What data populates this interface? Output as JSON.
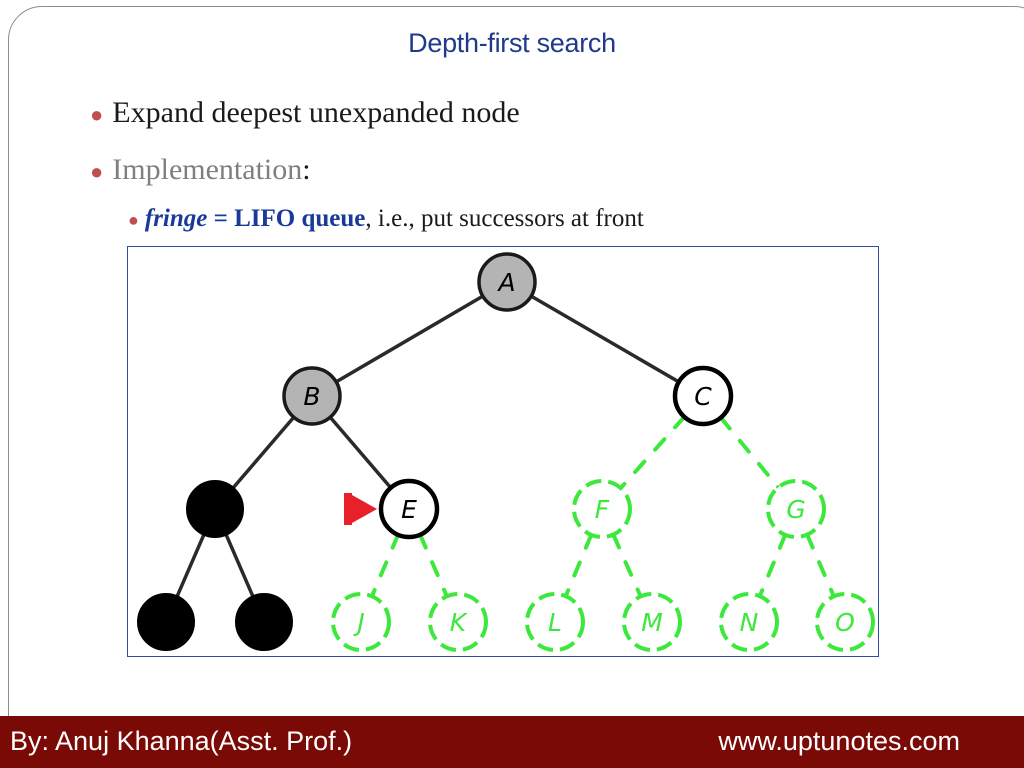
{
  "slide": {
    "title": "Depth-first search",
    "bullets": {
      "expand": "Expand deepest unexpanded node",
      "implementation": "Implementation",
      "implementation_colon": ":",
      "fringe_word": "fringe",
      "fringe_eq": " = LIFO queue",
      "fringe_rest": ", i.e., put successors at front"
    }
  },
  "footer": {
    "author": "By: Anuj Khanna(Asst. Prof.)",
    "website": "www.uptunotes.com"
  },
  "colors": {
    "title": "#1f3a8a",
    "bullet_dot": "#c0504d",
    "footer_bg": "#7a0a06",
    "visited_node": "#b4b4b4",
    "frontier_node": "#ffffff",
    "unexplored": "#3de83d",
    "expanded_leaf": "#000000",
    "current_marker": "#e8202a"
  },
  "tree": {
    "nodes": [
      {
        "id": "A",
        "label": "A",
        "state": "visited"
      },
      {
        "id": "B",
        "label": "B",
        "state": "visited"
      },
      {
        "id": "C",
        "label": "C",
        "state": "frontier"
      },
      {
        "id": "D",
        "label": "",
        "state": "removed"
      },
      {
        "id": "E",
        "label": "E",
        "state": "current"
      },
      {
        "id": "F",
        "label": "F",
        "state": "unexplored"
      },
      {
        "id": "G",
        "label": "G",
        "state": "unexplored"
      },
      {
        "id": "H",
        "label": "",
        "state": "removed"
      },
      {
        "id": "I",
        "label": "",
        "state": "removed"
      },
      {
        "id": "J",
        "label": "J",
        "state": "unexplored"
      },
      {
        "id": "K",
        "label": "K",
        "state": "unexplored"
      },
      {
        "id": "L",
        "label": "L",
        "state": "unexplored"
      },
      {
        "id": "M",
        "label": "M",
        "state": "unexplored"
      },
      {
        "id": "N",
        "label": "N",
        "state": "unexplored"
      },
      {
        "id": "O",
        "label": "O",
        "state": "unexplored"
      }
    ],
    "edges": [
      {
        "from": "A",
        "to": "B",
        "state": "explored"
      },
      {
        "from": "A",
        "to": "C",
        "state": "explored"
      },
      {
        "from": "B",
        "to": "D",
        "state": "explored"
      },
      {
        "from": "B",
        "to": "E",
        "state": "explored"
      },
      {
        "from": "D",
        "to": "H",
        "state": "explored"
      },
      {
        "from": "D",
        "to": "I",
        "state": "explored"
      },
      {
        "from": "C",
        "to": "F",
        "state": "unexplored"
      },
      {
        "from": "C",
        "to": "G",
        "state": "unexplored"
      },
      {
        "from": "E",
        "to": "J",
        "state": "unexplored"
      },
      {
        "from": "E",
        "to": "K",
        "state": "unexplored"
      },
      {
        "from": "F",
        "to": "L",
        "state": "unexplored"
      },
      {
        "from": "F",
        "to": "M",
        "state": "unexplored"
      },
      {
        "from": "G",
        "to": "N",
        "state": "unexplored"
      },
      {
        "from": "G",
        "to": "O",
        "state": "unexplored"
      }
    ],
    "current_node": "E"
  }
}
